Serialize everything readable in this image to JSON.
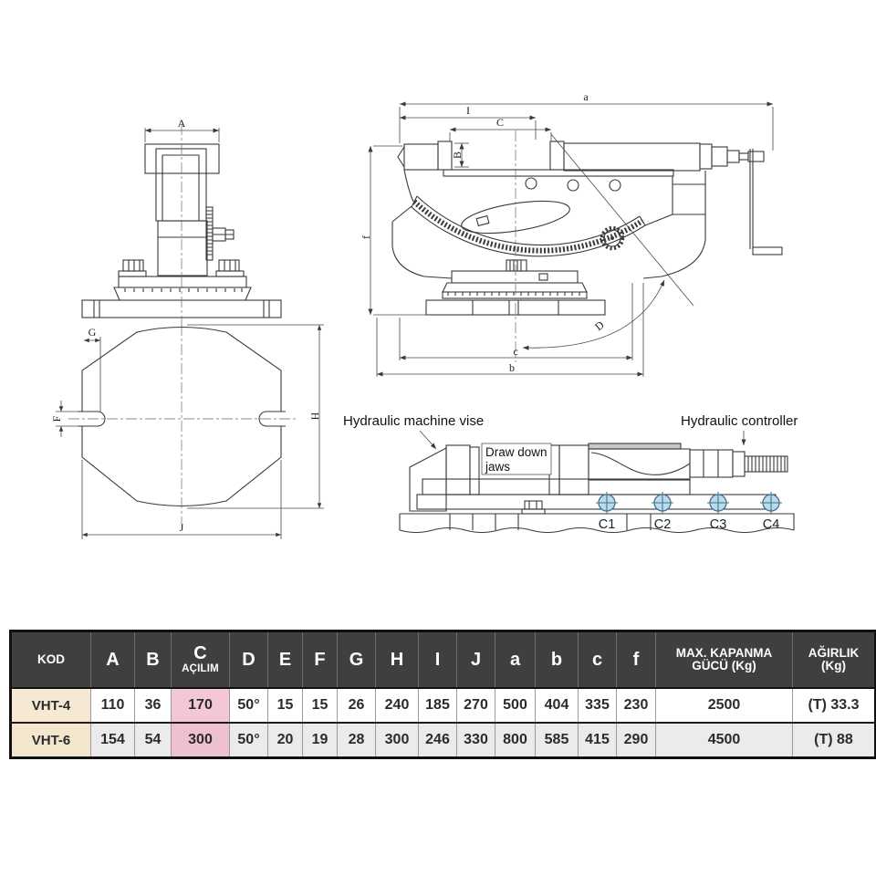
{
  "drawings": {
    "front_view": {
      "label_A": "A"
    },
    "side_view": {
      "label_a": "a",
      "label_I": "I",
      "label_C": "C",
      "label_B": "B",
      "label_f": "f",
      "label_D": "D",
      "label_c": "c",
      "label_b": "b"
    },
    "top_view": {
      "label_G": "G",
      "label_F": "F",
      "label_H": "H",
      "label_J": "J"
    },
    "hydraulic_view": {
      "vise_label": "Hydraulic machine vise",
      "controller_label": "Hydraulic controller",
      "jaws_label_line1": "Draw down",
      "jaws_label_line2": "jaws",
      "markers": [
        "C1",
        "C2",
        "C3",
        "C4"
      ],
      "marker_fill": "#b9dcec"
    }
  },
  "table": {
    "colors": {
      "header_bg": "#3f3f3f",
      "header_text": "#ffffff",
      "kod_bg": "#f6e8d2",
      "acilim_bg": "#f3c7d4",
      "row_alt_bg": "#ebebeb"
    },
    "columns": [
      {
        "label": "KOD"
      },
      {
        "label": "A"
      },
      {
        "label": "B"
      },
      {
        "label": "C",
        "sublabel": "AÇILIM"
      },
      {
        "label": "D"
      },
      {
        "label": "E"
      },
      {
        "label": "F"
      },
      {
        "label": "G"
      },
      {
        "label": "H"
      },
      {
        "label": "I"
      },
      {
        "label": "J"
      },
      {
        "label": "a"
      },
      {
        "label": "b"
      },
      {
        "label": "c"
      },
      {
        "label": "f"
      },
      {
        "label": "MAX. KAPANMA",
        "sublabel": "GÜCÜ (Kg)"
      },
      {
        "label": "AĞIRLIK",
        "sublabel": "(Kg)"
      }
    ],
    "rows": [
      {
        "cells": [
          "VHT-4",
          "110",
          "36",
          "170",
          "50°",
          "15",
          "15",
          "26",
          "240",
          "185",
          "270",
          "500",
          "404",
          "335",
          "230",
          "2500",
          "(T) 33.3"
        ]
      },
      {
        "cells": [
          "VHT-6",
          "154",
          "54",
          "300",
          "50°",
          "20",
          "19",
          "28",
          "300",
          "246",
          "330",
          "800",
          "585",
          "415",
          "290",
          "4500",
          "(T) 88"
        ]
      }
    ]
  }
}
